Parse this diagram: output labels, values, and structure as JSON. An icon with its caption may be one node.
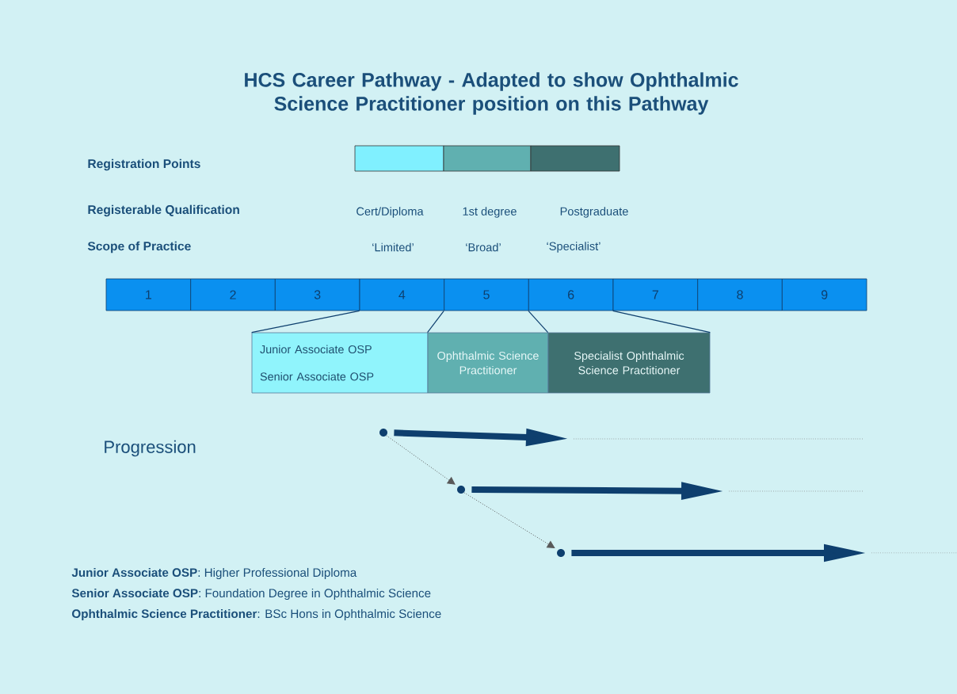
{
  "diagram": {
    "title": "HCS Career Pathway - Adapted to show Ophthalmic Science Practitioner position  on this Pathway",
    "nodes": [
      {
        "text": [],
        "shape": "box"
      },
      {
        "text": [],
        "shape": "box"
      },
      {
        "text": [],
        "shape": "box"
      },
      {
        "text": [
          "1"
        ]
      },
      {
        "text": [
          "2"
        ]
      },
      {
        "text": [
          "3"
        ]
      },
      {
        "text": [
          "4"
        ]
      },
      {
        "text": [
          "5"
        ]
      },
      {
        "text": [
          "6"
        ]
      },
      {
        "text": [
          "7"
        ]
      },
      {
        "text": [
          "8"
        ]
      },
      {
        "text": [
          "9"
        ]
      },
      {
        "text": [
          "Junior Associate OSP",
          "Senior Associate OSP"
        ]
      },
      {
        "text": [
          "Ophthalmic Science Practitioner"
        ]
      },
      {
        "text": [
          "Specialist Ophthalmic Science Practitioner"
        ]
      },
      {
        "text": [],
        "shape": "circle"
      },
      {
        "text": [],
        "shape": "circle"
      },
      {
        "text": [],
        "shape": "circle"
      }
    ],
    "edges": [
      {
        "from": 6,
        "to": 12,
        "arrow": "none"
      },
      {
        "from": 7,
        "to": 13,
        "arrow": "none"
      },
      {
        "from": 8,
        "to": 14,
        "arrow": "none"
      },
      {
        "from": 9,
        "to": 14,
        "arrow": "none"
      },
      {
        "from": 15,
        "to": null,
        "arrow": "to",
        "style": "thick"
      },
      {
        "from": 16,
        "to": null,
        "arrow": "to",
        "style": "thick"
      },
      {
        "from": 17,
        "to": null,
        "arrow": "to",
        "style": "thick"
      },
      {
        "from": 15,
        "to": 16,
        "arrow": "to",
        "style": "dashed"
      },
      {
        "from": 16,
        "to": 17,
        "arrow": "to",
        "style": "dashed"
      }
    ],
    "labels": [
      "Registration Points",
      "Registerable Qualification",
      "Cert/Diploma",
      "1st degree",
      "Postgraduate",
      "Scope of Practice",
      "‘Limited’",
      "‘Broad’",
      "‘Specialist’",
      "Progression",
      "**Junior Associate OSP**: Higher Professional Diploma",
      "**Senior Associate OSP**: Foundation Degree in Ophthalmic Science",
      "**Ophthalmic Science Practitioner**: BSc Hons in Ophthalmic Science"
    ]
  }
}
